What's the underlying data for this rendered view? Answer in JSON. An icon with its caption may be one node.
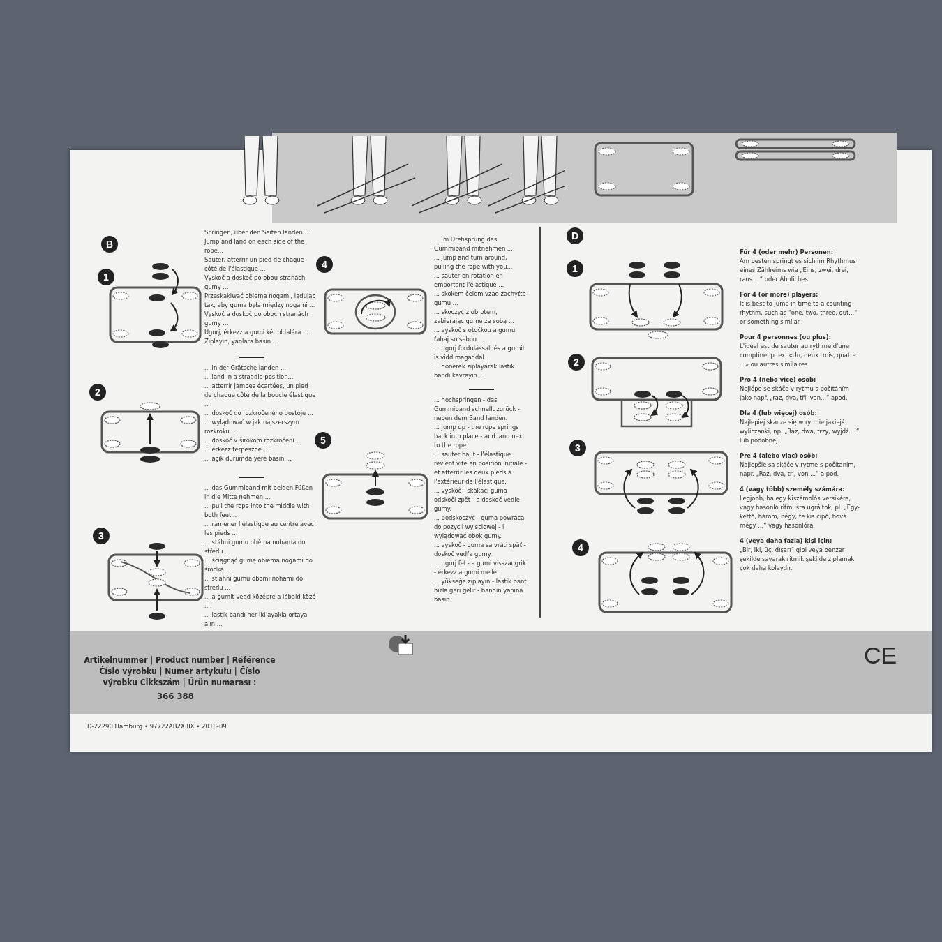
{
  "diagram": {
    "nodes": [
      {
        "text": [
          "B"
        ]
      },
      {
        "text": [
          "1"
        ]
      },
      {
        "text": [
          "2"
        ]
      },
      {
        "text": [
          "3"
        ]
      },
      {
        "text": [
          "4"
        ]
      },
      {
        "text": [
          "5"
        ]
      },
      {
        "text": [
          "D"
        ]
      },
      {
        "text": [
          "1"
        ]
      },
      {
        "text": [
          "2"
        ]
      },
      {
        "text": [
          "3"
        ]
      },
      {
        "text": [
          "4"
        ]
      }
    ],
    "labels": [
      "Springen, über den Seiten landen ...",
      "Jump and land on each side of the rope...",
      "Sauter, atterrir un pied de chaque côté de l'élastique ...",
      "Vyskoč a doskoč po obou stranách gumy ...",
      "Przeskakiwać obiema nogami, lądując tak, aby guma była między nogami ...",
      "Vyskoč a doskoč po oboch stranách gumy ...",
      "Ugorj, érkezz a gumi két oldalára ...",
      "Zıplayın, yanlara basın ...",
      "... in der Grätsche landen ...",
      "... land in a straddle position...",
      "... atterrir jambes écartées, un pied de chaque côté de la boucle élastique ...",
      "... doskoč do rozkročeného postoje ...",
      "... wylądować w jak najszerszym rozkroku ...",
      "... doskoč v širokom rozkročení ...",
      "... érkezz terpeszbe ...",
      "... açık durumda yere basın ...",
      "... das Gummiband mit beiden Füßen in die Mitte nehmen ...",
      "... pull the rope into the middle with both feet...",
      "... ramener l'élastique au centre avec les pieds ...",
      "... stáhni gumu oběma nohama do středu ...",
      "... ściągnąć gumę obiema nogami do środka ...",
      "... stiahni gumu obomi nohami do stredu ...",
      "... a gumit vedd középre a lábaid közé ...",
      "... lastik bandı her iki ayakla ortaya alın ...",
      "... im Drehsprung das Gummiband mitnehmen ...",
      "... jump and turn around, pulling the rope with you...",
      "... sauter en rotation en emportant l'élastique ...",
      "... skokem čelem vzad zachyťte gumu ...",
      "... skoczyć z obrotem, zabierając gumę ze sobą ...",
      "... vyskoč s otočkou a gumu ťahaj so sebou ...",
      "... ugorj fordulással, és a gumit is vidd magaddal ...",
      "... dönerek zıplayarak lastik bandı kavrayın ...",
      "... hochspringen - das Gummiband schnellt zurück - neben dem Band landen.",
      "... jump up - the rope springs back into place - and land next to the rope.",
      "... sauter haut - l'élastique revient vite en position initiale - et atterrir les deux pieds à l'extérieur de l'élastique.",
      "... vyskoč - skákací guma odskočí zpět - a doskoč vedle gumy.",
      "... podskoczyć - guma powraca do pozycji wyjściowej - i wylądować obok gumy.",
      "... vyskoč - guma sa vráti späť - doskoč vedľa gumy.",
      "... ugorj fel - a gumi visszaugrik - érkezz a gumi mellé.",
      "... yükseğe zıplayın - lastik bant hızla geri gelir - bandın yanına basın.",
      "Für 4 (oder mehr) Personen:",
      "Am besten springt es sich im Rhythmus eines Zählreims wie „Eins, zwei, drei, raus ...“ oder Ähnliches.",
      "For 4 (or more) players:",
      "It is best to jump in time to a counting rhythm, such as \"one, two, three, out...\" or something similar.",
      "Pour 4 personnes (ou plus):",
      "L'idéal est de sauter au rythme d'une comptine, p. ex. «Un, deux trois, quatre ...» ou autres similaires.",
      "Pro 4 (nebo více) osob:",
      "Nejlépe se skáče v rytmu s počítáním jako např. „raz, dva, tři, ven...“ apod.",
      "Dla 4 (lub więcej) osób:",
      "Najlepiej skacze się w rytmie jakiejś wyliczanki, np. „Raz, dwa, trzy, wyjdź ...“ lub podobnej.",
      "Pre 4 (alebo viac) osôb:",
      "Najlepšie sa skáče v rytme s počítaním, napr. „Raz, dva, tri, von ...“ a pod.",
      "4 (vagy több) személy számára:",
      "Legjobb, ha egy kiszámolós versikére, vagy hasonló ritmusra ugráltok, pl. „Egy-kettő, három, négy, te kis cipő, hová mégy ...“ vagy hasonlóra.",
      "4 (veya daha fazla) kişi için:",
      "„Bir, iki, üç, dışarı“ gibi veya benzer şekilde sayarak ritmik şekilde zıplamak çok daha kolaydır.",
      "Artikelnummer | Product number | Référence Číslo výrobku | Numer artykułu | Číslo výrobku Cikkszám | Ürün numarası :",
      "366 388",
      "CE",
      "D-22290 Hamburg • 97722AB2X3IX • 2018-09"
    ]
  }
}
